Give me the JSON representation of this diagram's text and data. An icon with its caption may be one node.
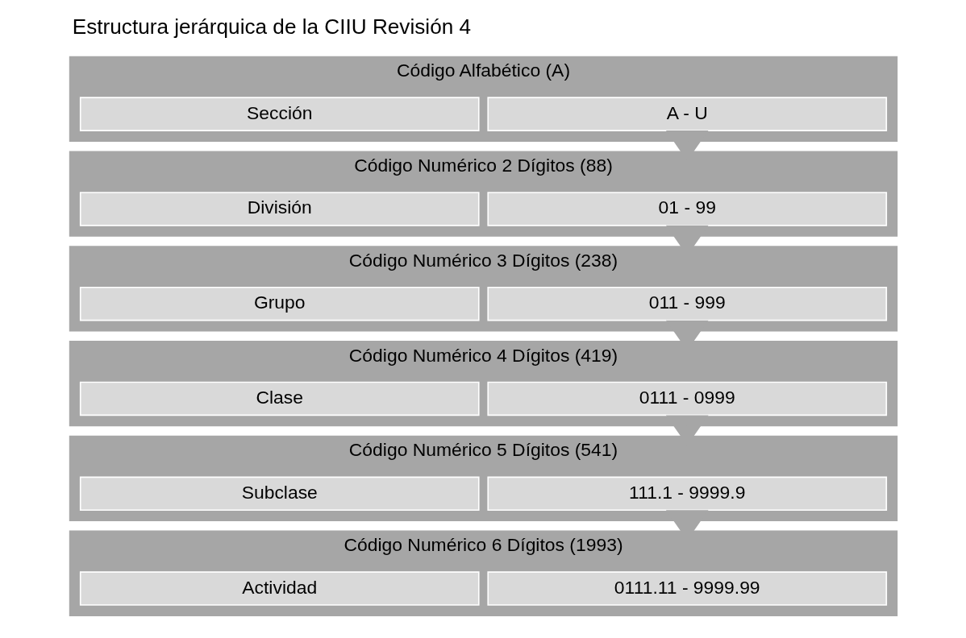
{
  "diagram": {
    "title": "Estructura jerárquica de la CIIU Revisión 4",
    "nodes": [
      {
        "text": [
          "Código Alfabético (A)"
        ]
      },
      {
        "text": [
          "A - U"
        ],
        "in": 0
      },
      {
        "text": [
          "Sección"
        ],
        "in": 0
      },
      {
        "text": [
          "Código Numérico 2 Dígitos (88)"
        ]
      },
      {
        "text": [
          "01 - 99"
        ],
        "in": 3
      },
      {
        "text": [
          "División"
        ],
        "in": 3
      },
      {
        "text": [
          "Código Numérico 3 Dígitos (238)"
        ]
      },
      {
        "text": [
          "011 - 999"
        ],
        "in": 6
      },
      {
        "text": [
          "Grupo"
        ],
        "in": 6
      },
      {
        "text": [
          "Código Numérico 4 Dígitos (419)"
        ]
      },
      {
        "text": [
          "0111 - 0999"
        ],
        "in": 9
      },
      {
        "text": [
          "Clase"
        ],
        "in": 9
      },
      {
        "text": [
          "Código Numérico 5 Dígitos (541)"
        ]
      },
      {
        "text": [
          "111.1 - 9999.9"
        ],
        "in": 12
      },
      {
        "text": [
          "Subclase"
        ],
        "in": 12
      },
      {
        "text": [
          "Código Numérico 6 Dígitos (1993)"
        ]
      },
      {
        "text": [
          "0111.11 - 9999.99"
        ],
        "in": 15
      },
      {
        "text": [
          "Actividad"
        ],
        "in": 15
      }
    ],
    "edges": [
      {
        "from": 0,
        "to": 3,
        "arrow": "to"
      },
      {
        "from": 3,
        "to": 6,
        "arrow": "to"
      },
      {
        "from": 6,
        "to": 9,
        "arrow": "to"
      },
      {
        "from": 9,
        "to": 12,
        "arrow": "to"
      },
      {
        "from": 12,
        "to": 15,
        "arrow": "to"
      }
    ]
  }
}
